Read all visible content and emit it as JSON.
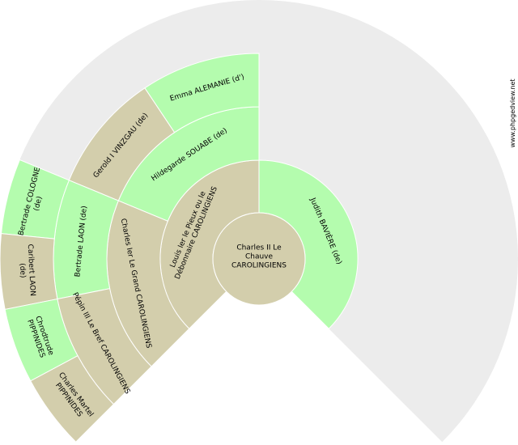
{
  "colors": {
    "background_fan": "#ececec",
    "male": "#d3ceac",
    "female": "#b4fcae"
  },
  "watermark": "www.phpgedview.net",
  "center": {
    "lines": [
      "Charles II Le",
      "Chauve",
      "CAROLINGIENS"
    ]
  },
  "persons": [
    {
      "id": "judith",
      "lines": [
        "Judith BAVIÈRE (de)"
      ]
    },
    {
      "id": "louis",
      "lines": [
        "Louis Ier le Pieux ou le",
        "Débonnaire CAROLINGIENS"
      ]
    },
    {
      "id": "hildegarde",
      "lines": [
        "Hildegarde SOUABE (de)"
      ]
    },
    {
      "id": "charles-le-grand",
      "lines": [
        "Charles Ier Le Grand CAROLINGIENS"
      ]
    },
    {
      "id": "emma",
      "lines": [
        "Emma ALEMANIE (d')"
      ]
    },
    {
      "id": "gerold",
      "lines": [
        "Gerold I VINZGAU (de)"
      ]
    },
    {
      "id": "bertrade-laon",
      "lines": [
        "Bertrade LAON (de)"
      ]
    },
    {
      "id": "pepin",
      "lines": [
        "Pépin III Le Bref CAROLINGIENS"
      ]
    },
    {
      "id": "bertrade-cologne",
      "lines": [
        "Bertrade COLOGNE",
        "(de)"
      ]
    },
    {
      "id": "caribert",
      "lines": [
        "Caribert LAON",
        "(de)"
      ]
    },
    {
      "id": "chrodtrude",
      "lines": [
        "Chrodtrude",
        "PIPPINIDES"
      ]
    },
    {
      "id": "charles-martel",
      "lines": [
        "Charles Martel",
        "PIPPINIDES"
      ]
    }
  ]
}
